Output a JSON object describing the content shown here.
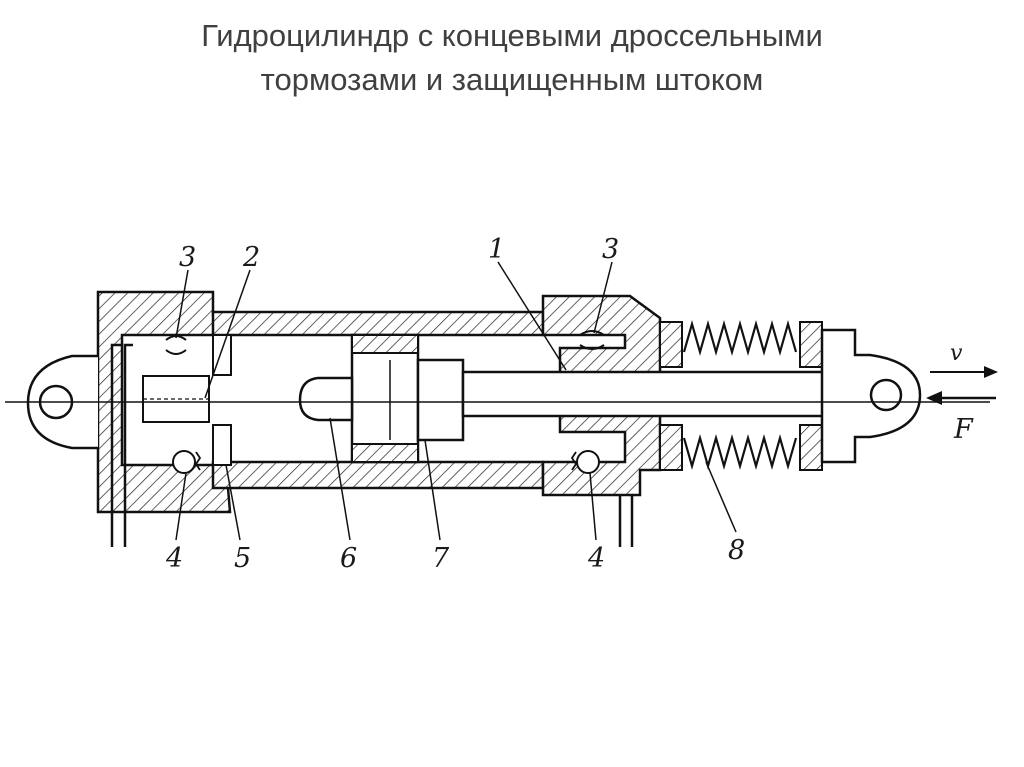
{
  "slide": {
    "title_line1": "Гидроцилиндр с концевыми дроссельными",
    "title_line2": "тормозами и защищенным штоком"
  },
  "diagram": {
    "part_labels": {
      "rod": "1",
      "bushing": "2",
      "throttle_left": "3",
      "throttle_right": "3",
      "check_valve_left": "4",
      "check_valve_right": "4",
      "cavity": "5",
      "plunger": "6",
      "piston": "7",
      "bellows": "8"
    },
    "velocity_label": "v",
    "force_label": "F"
  }
}
